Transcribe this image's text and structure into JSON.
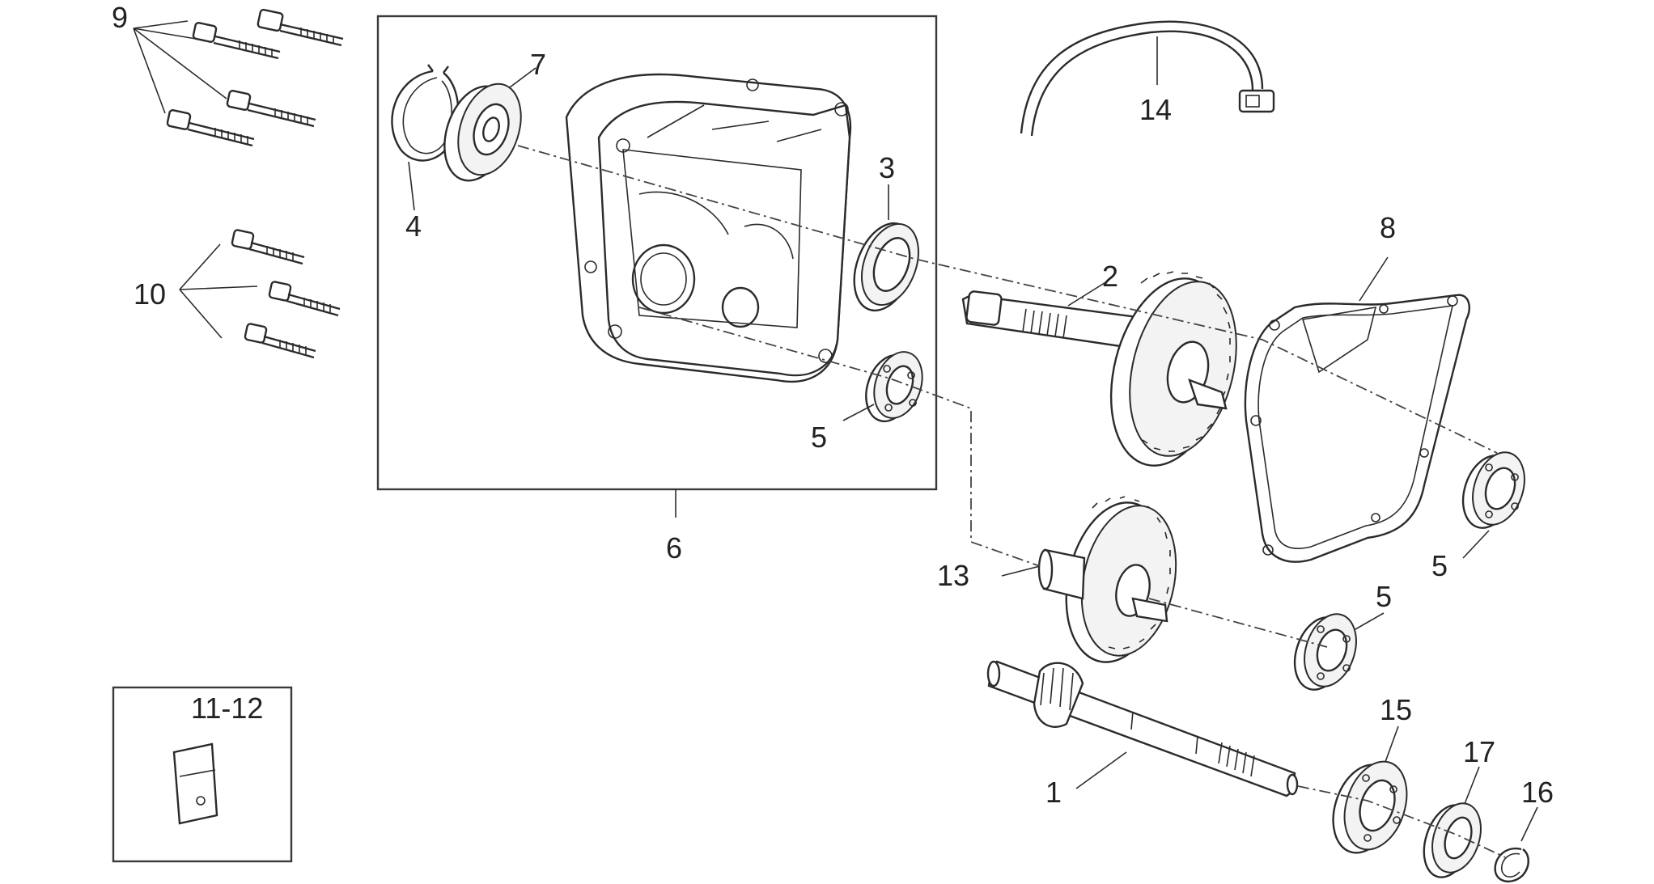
{
  "diagram": {
    "callouts": [
      {
        "id": "c9",
        "label": "9"
      },
      {
        "id": "c7",
        "label": "7"
      },
      {
        "id": "c4",
        "label": "4"
      },
      {
        "id": "c3",
        "label": "3"
      },
      {
        "id": "c14",
        "label": "14"
      },
      {
        "id": "c8",
        "label": "8"
      },
      {
        "id": "c2",
        "label": "2"
      },
      {
        "id": "c10",
        "label": "10"
      },
      {
        "id": "c5a",
        "label": "5"
      },
      {
        "id": "c6",
        "label": "6"
      },
      {
        "id": "c5b",
        "label": "5"
      },
      {
        "id": "c13",
        "label": "13"
      },
      {
        "id": "c5c",
        "label": "5"
      },
      {
        "id": "c1112",
        "label": "11-12"
      },
      {
        "id": "c15",
        "label": "15"
      },
      {
        "id": "c17",
        "label": "17"
      },
      {
        "id": "c16",
        "label": "16"
      },
      {
        "id": "c1",
        "label": "1"
      }
    ]
  },
  "colors": {
    "line": "#2b2b2b",
    "background": "#ffffff"
  }
}
